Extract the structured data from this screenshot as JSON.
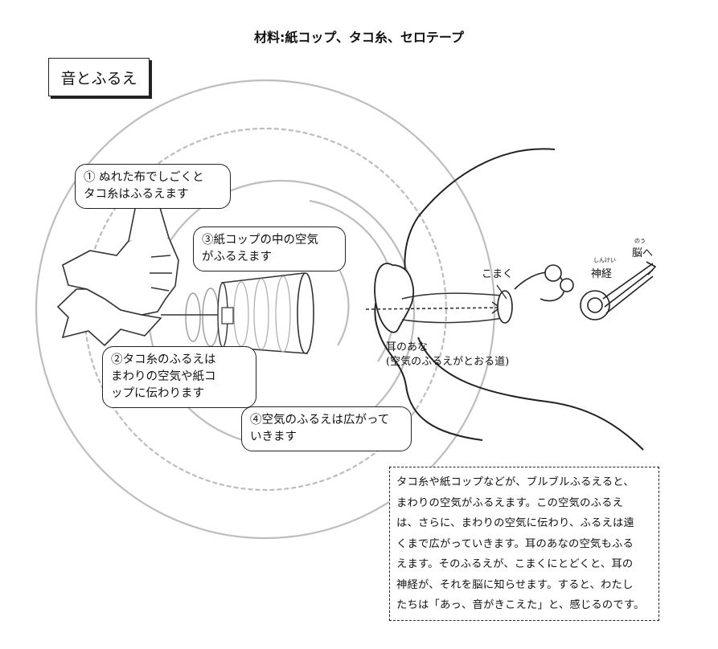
{
  "materials": "材料:紙コップ、タコ糸、セロテープ",
  "title": "音とふるえ",
  "callouts": {
    "step1_line1": "① ぬれた布でしごくと",
    "step1_line2": "タコ糸はふるえます",
    "step3_line1": "③紙コップの中の空気",
    "step3_line2": "がふるえます",
    "step2_line1": "②タコ糸のふるえは",
    "step2_line2": "まわりの空気や紙コ",
    "step2_line3": "ップに伝わります",
    "step4_line1": "④空気のふるえは広がって",
    "step4_line2": "いきます"
  },
  "labels": {
    "komaku": "こまく",
    "shinkei": "神経",
    "shinkei_ruby": "しんけい",
    "nou": "脳へ",
    "nou_ruby": "のう",
    "miminoana_line1": "耳のあな",
    "miminoana_line2": "(空気のふるえがとおる道)"
  },
  "explanation": {
    "line1": "タコ糸や紙コップなどが、ブルブルふるえると、",
    "line2": "まわりの空気がふるえます。この空気のふるえ",
    "line3": "は、さらに、まわりの空気に伝わり、ふるえは遠",
    "line4": "くまで広がっていきます。耳のあなの空気もふる",
    "line5": "えます。そのふるえが、こまくにとどくと、耳の",
    "line6": "神経が、それを脳に知らせます。すると、わたし",
    "line7": "たちは「あっ、音がきこえた」と、感じるのです。"
  }
}
